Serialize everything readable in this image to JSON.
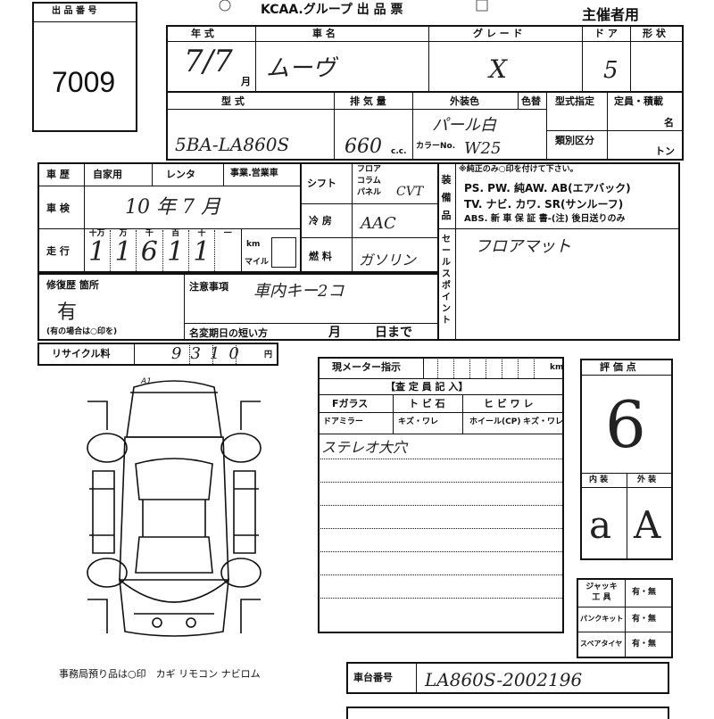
{
  "header": {
    "lot_label": "出 品 番 号",
    "lot_number": "7009",
    "group_title": "KCAA.グループ 出 品 票",
    "organizer": "主催者用"
  },
  "row1": {
    "year_label": "年 式",
    "car_name_label": "車 名",
    "grade_label": "グ レ ー ド",
    "door_label": "ド ア",
    "body_type_label": "形 状",
    "year_value": "7/7",
    "year_suffix": "月",
    "car_name_value": "ムーヴ",
    "grade_value": "X",
    "door_value": "5"
  },
  "row2": {
    "model_label": "型 式",
    "displacement_label": "排 気 量",
    "color_label": "外装色",
    "color_change_label": "色替",
    "type_designation_label": "型式指定",
    "capacity_label": "定員・積載",
    "category_label": "類別区分",
    "capacity_unit": "名",
    "load_unit": "トン",
    "model_value": "5BA-LA860S",
    "displacement_value": "660",
    "displacement_unit": "c.c.",
    "color_value": "パール白",
    "color_no_label": "カラーNo.",
    "color_no_value": "W25"
  },
  "history": {
    "label": "車 歴",
    "options": [
      "自家用",
      "レンタ",
      "事業.営業車"
    ]
  },
  "shaken": {
    "label": "車 検",
    "value": "10 年 7 月"
  },
  "mileage": {
    "label": "走 行",
    "digit_headers": [
      "十万",
      "万",
      "千",
      "百",
      "十",
      "一"
    ],
    "digits": [
      "1",
      "1",
      "6",
      "1",
      "1"
    ],
    "unit_km": "km",
    "unit_mile": "マイル"
  },
  "shift": {
    "label": "シフト",
    "options": [
      "フロア",
      "コラム",
      "パネル"
    ],
    "value": "CVT"
  },
  "aircon": {
    "label": "冷 房",
    "value": "AAC"
  },
  "fuel": {
    "label": "燃 料",
    "value": "ガソリン"
  },
  "equipment": {
    "label": "装備品",
    "note": "※純正のみ○印を付けて下さい。",
    "line1": "PS. PW. 純AW. AB(エアバック)",
    "line2": "TV. ナビ. カワ. SR(サンルーフ)",
    "line3": "ABS. 新 車 保 証 書-(注) 後日送りのみ"
  },
  "sales_point": {
    "label": "セールスポイント",
    "value": "フロアマット"
  },
  "repair": {
    "label": "修復歴 箇所",
    "value": "有",
    "note": "(有の場合は○印を)"
  },
  "notes": {
    "label": "注意事項",
    "value": "車内キー2コ",
    "name_change_label": "名変期日の短い方",
    "month_label": "月",
    "day_label": "日まで"
  },
  "recycle": {
    "label": "リサイクル料",
    "value": "9310",
    "unit": "円"
  },
  "inspector": {
    "meter_label": "現メーター指示",
    "meter_unit": "km",
    "entry_title": "【査 定 員 記 入】",
    "glass_label": "Fガラス",
    "chip_label": "ト ビ 石",
    "crack_label": "ヒ ビ ワ レ",
    "mirror_label": "ドアミラー",
    "scratch_label": "キズ・ワレ",
    "wheel_label": "ホイール(CP)",
    "scratch_label2": "キズ・ワレ",
    "comment": "ステレオ大穴"
  },
  "grade_box": {
    "label": "評 価 点",
    "score": "6",
    "interior_label": "内 装",
    "exterior_label": "外 装",
    "interior_value": "a",
    "exterior_value": "A"
  },
  "tools": {
    "jack_label": "ジャッキ 工 具",
    "puncture_label": "パンクキット",
    "spare_label": "スペアタイヤ",
    "option_text": "有・無"
  },
  "diagram": {
    "mark_label": "A1"
  },
  "office": {
    "text": "事務局預り品は○印　カギ リモコン ナビロム"
  },
  "chassis": {
    "label": "車台番号",
    "value": "LA860S-2002196"
  }
}
